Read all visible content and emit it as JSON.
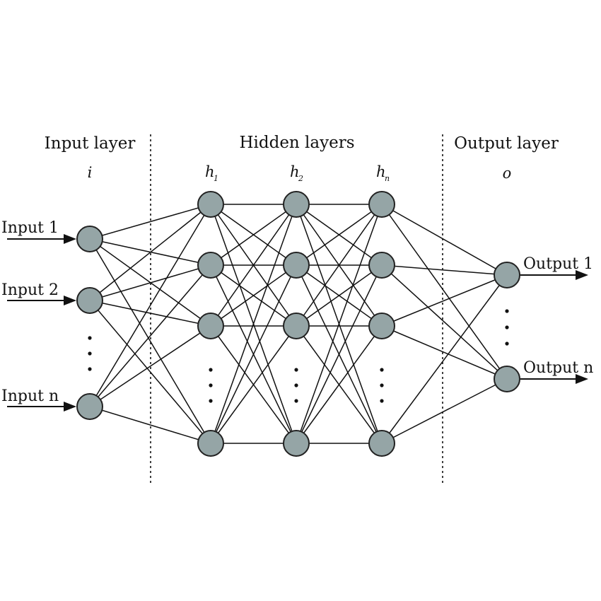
{
  "headers": {
    "input": "Input layer",
    "hidden": "Hidden layers",
    "output": "Output layer"
  },
  "symbols": {
    "input": "i",
    "h1": {
      "base": "h",
      "sub": "1"
    },
    "h2": {
      "base": "h",
      "sub": "2"
    },
    "hn": {
      "base": "h",
      "sub": "n"
    },
    "output": "o"
  },
  "inputs": [
    "Input 1",
    "Input 2",
    "Input n"
  ],
  "outputs": [
    "Output 1",
    "Output n"
  ],
  "colors": {
    "node_fill": "#95a5a6",
    "line": "#111111"
  }
}
